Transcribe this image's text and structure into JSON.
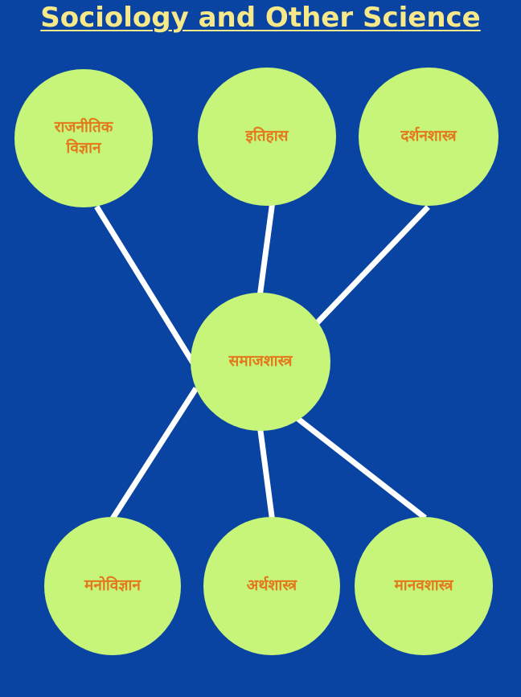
{
  "title": "Sociology and Other Science",
  "colors": {
    "background": "#0a44a3",
    "title": "#f7e98a",
    "node_fill": "#c6f57a",
    "node_text": "#e3791c",
    "edge": "#ffffff"
  },
  "center": {
    "label": "समाजशास्त्र"
  },
  "nodes": {
    "political_science": {
      "label": "राजनीतिक विज्ञान"
    },
    "history": {
      "label": "इतिहास"
    },
    "philosophy": {
      "label": "दर्शनशास्त्र"
    },
    "psychology": {
      "label": "मनोविज्ञान"
    },
    "economics": {
      "label": "अर्थशास्त्र"
    },
    "anthropology": {
      "label": "मानवशास्त्र"
    }
  },
  "edges": [
    [
      "समाजशास्त्र",
      "राजनीतिक विज्ञान"
    ],
    [
      "समाजशास्त्र",
      "इतिहास"
    ],
    [
      "समाजशास्त्र",
      "दर्शनशास्त्र"
    ],
    [
      "समाजशास्त्र",
      "मनोविज्ञान"
    ],
    [
      "समाजशास्त्र",
      "अर्थशास्त्र"
    ],
    [
      "समाजशास्त्र",
      "मानवशास्त्र"
    ]
  ]
}
